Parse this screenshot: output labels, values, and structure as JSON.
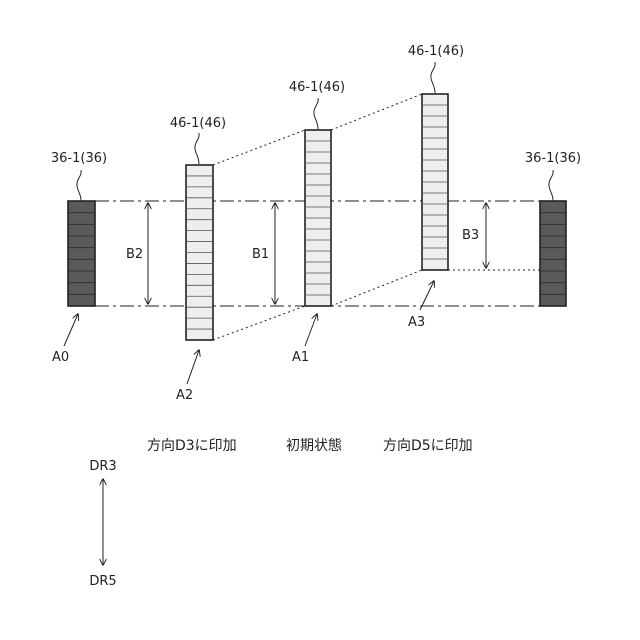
{
  "labels": {
    "ref_left": "36-1(36)",
    "ref_right": "36-1(36)",
    "ref_a2": "46-1(46)",
    "ref_a1": "46-1(46)",
    "ref_a3": "46-1(46)",
    "a0": "A0",
    "a1": "A1",
    "a2": "A2",
    "a3": "A3",
    "b1": "B1",
    "b2": "B2",
    "b3": "B3"
  },
  "captions": {
    "left": "方向D3に印加",
    "center": "初期状態",
    "right": "方向D5に印加"
  },
  "direction": {
    "up": "DR3",
    "down": "DR5"
  },
  "colors": {
    "dark_block": "#5a5a5a",
    "light_block": "#eeeeee",
    "line": "#222222"
  }
}
